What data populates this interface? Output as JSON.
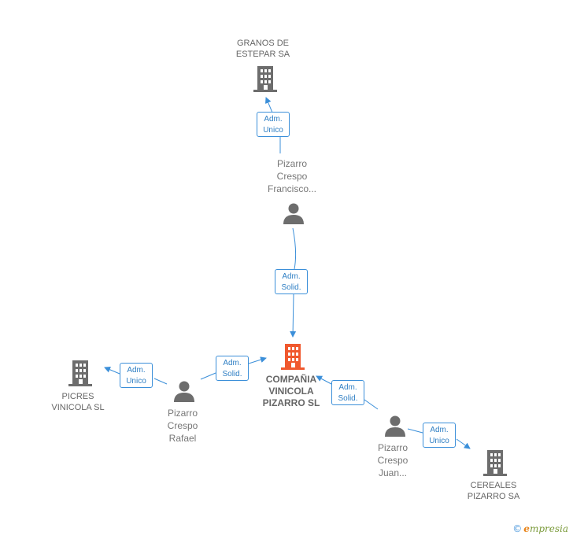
{
  "nodes": {
    "granos": {
      "label_lines": [
        "GRANOS DE",
        "ESTEPAR SA"
      ],
      "type": "company"
    },
    "francisco": {
      "label_lines": [
        "Pizarro",
        "Crespo",
        "Francisco..."
      ],
      "type": "person"
    },
    "compania": {
      "label_lines": [
        "COMPAÑIA",
        "VINICOLA",
        "PIZARRO SL"
      ],
      "type": "company-main"
    },
    "picres": {
      "label_lines": [
        "PICRES",
        "VINICOLA  SL"
      ],
      "type": "company"
    },
    "rafael": {
      "label_lines": [
        "Pizarro",
        "Crespo",
        "Rafael"
      ],
      "type": "person"
    },
    "juan": {
      "label_lines": [
        "Pizarro",
        "Crespo",
        "Juan..."
      ],
      "type": "person"
    },
    "cereales": {
      "label_lines": [
        "CEREALES",
        "PIZARRO SA"
      ],
      "type": "company"
    }
  },
  "edges": {
    "francisco_granos": {
      "lines": [
        "Adm.",
        "Unico"
      ]
    },
    "francisco_compania": {
      "lines": [
        "Adm.",
        "Solid."
      ]
    },
    "rafael_picres": {
      "lines": [
        "Adm.",
        "Unico"
      ]
    },
    "rafael_compania": {
      "lines": [
        "Adm.",
        "Solid."
      ]
    },
    "juan_compania": {
      "lines": [
        "Adm.",
        "Solid."
      ]
    },
    "juan_cereales": {
      "lines": [
        "Adm.",
        "Unico"
      ]
    }
  },
  "colors": {
    "company_icon": "#6d6d6d",
    "main_icon": "#f0582e",
    "person_icon": "#6d6d6d",
    "edge": "#3b8fd9"
  },
  "footer": {
    "copyright": "©",
    "brand_initial": "e",
    "brand_rest": "mpresia"
  }
}
